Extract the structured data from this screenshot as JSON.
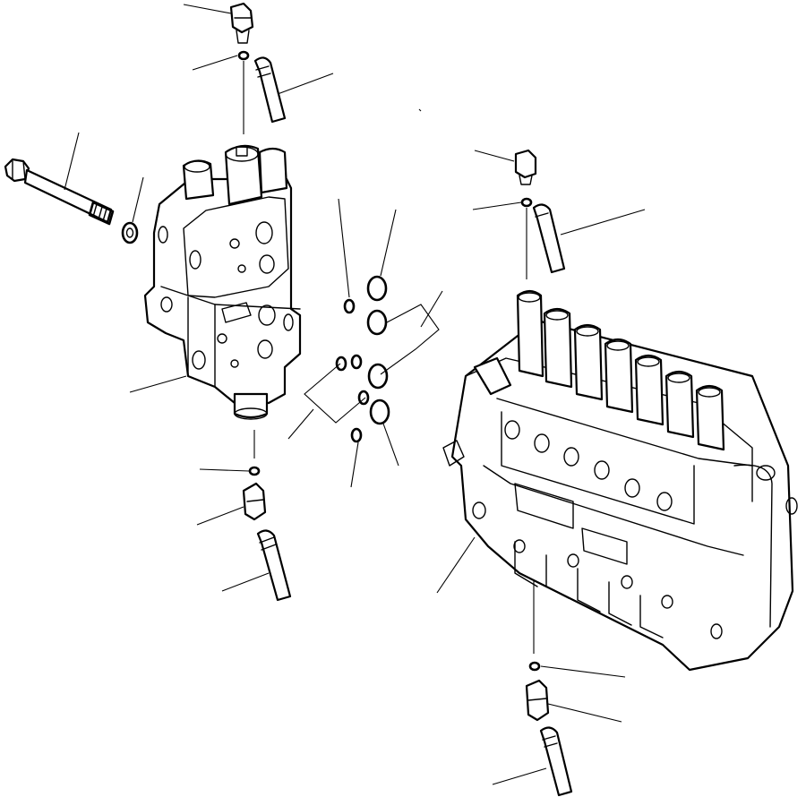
{
  "diagram": {
    "components": [
      {
        "name": "valve-section-single",
        "kind": "spool-valve-section"
      },
      {
        "name": "valve-assembly-multi",
        "kind": "control-valve-bank"
      },
      {
        "name": "tie-bolt",
        "kind": "bolt"
      },
      {
        "name": "washer",
        "kind": "washer"
      },
      {
        "name": "o-ring-set",
        "kind": "o-rings"
      },
      {
        "name": "elbow-fitting",
        "kind": "fitting"
      },
      {
        "name": "hose-nipple",
        "kind": "nipple"
      }
    ],
    "colors": {
      "line": "#000000",
      "background": "#ffffff"
    }
  }
}
